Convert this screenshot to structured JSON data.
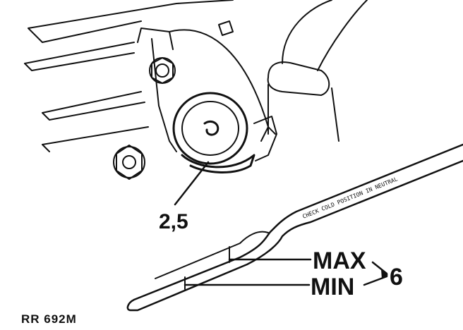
{
  "labels": {
    "part_ref": "2,5",
    "max": "MAX",
    "min": "MIN",
    "group_ref": "6",
    "figure_code": "RR 692M",
    "dipstick_text": "CHECK COLD POSITION IN NEUTRAL"
  },
  "colors": {
    "ink": "#111111",
    "paper": "#ffffff"
  }
}
